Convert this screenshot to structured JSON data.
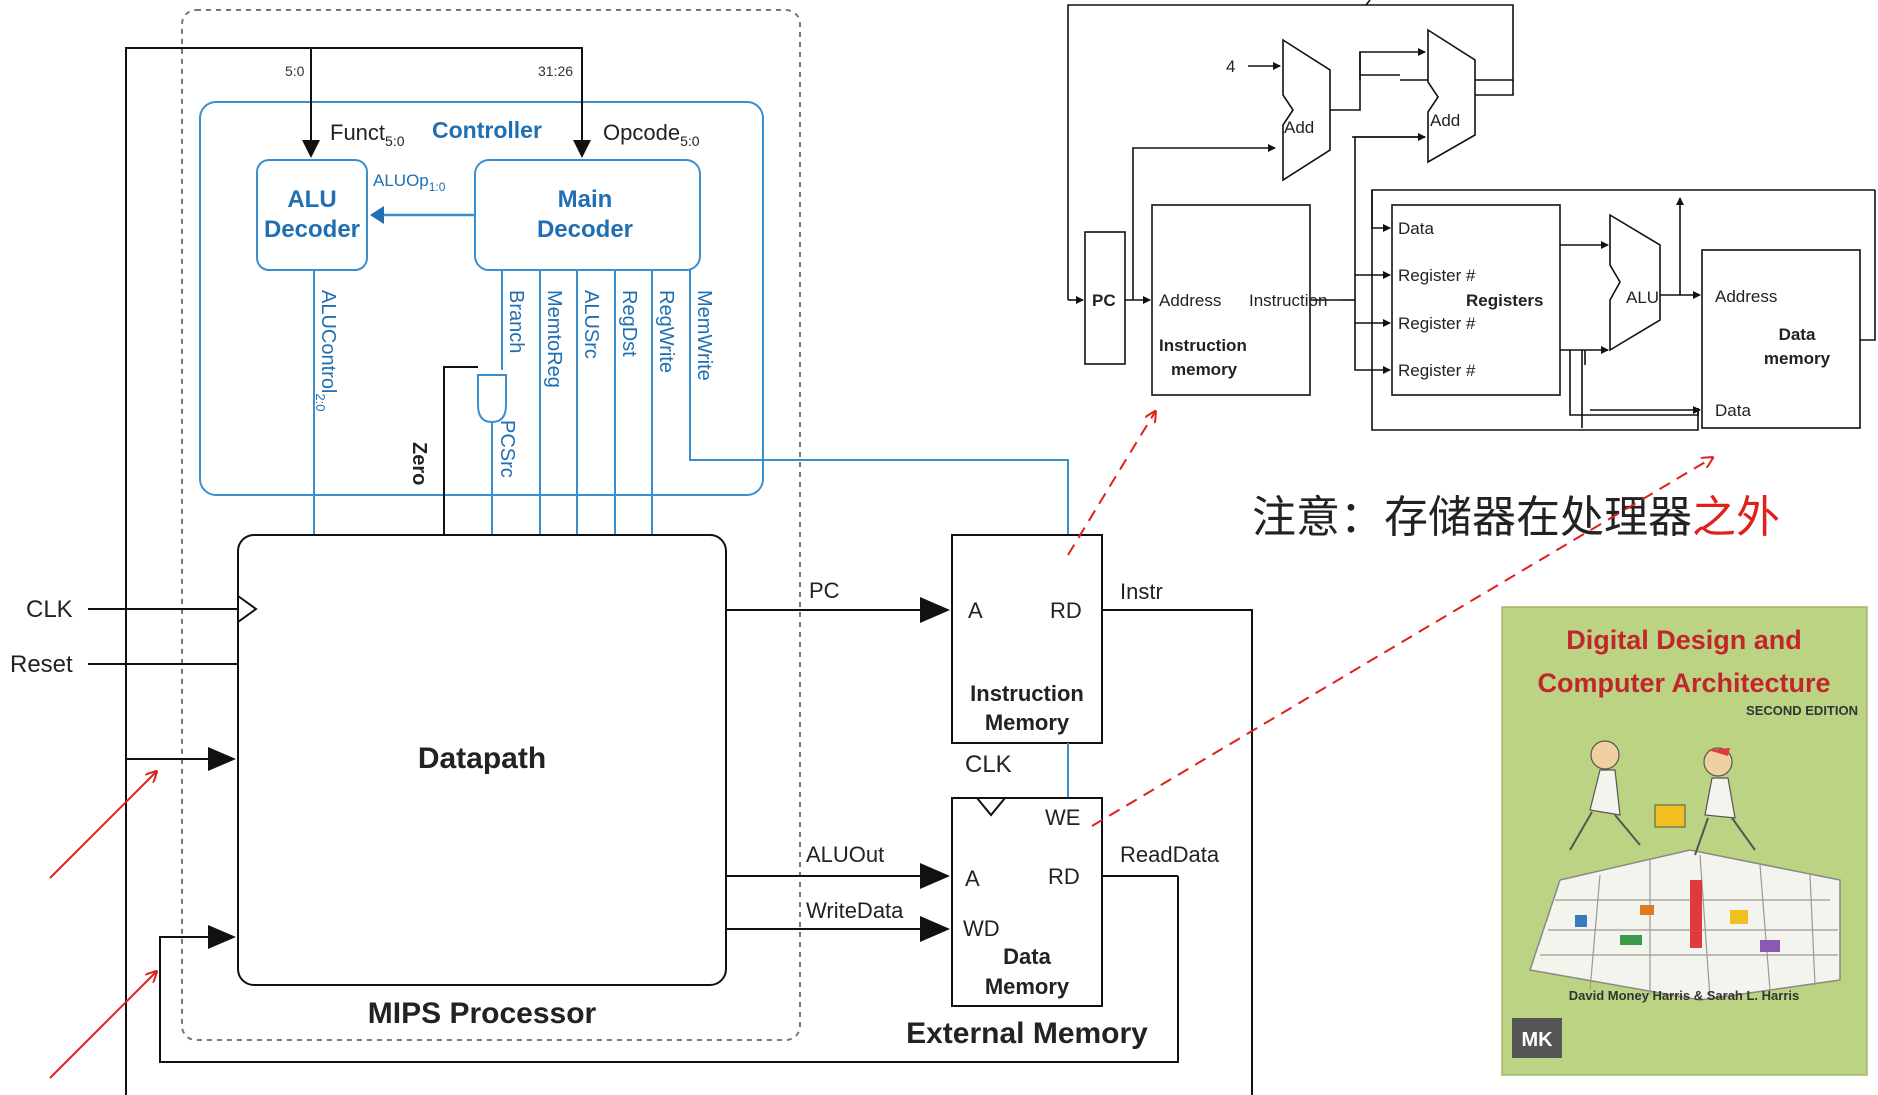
{
  "mips": {
    "processor_label": "MIPS Processor",
    "controller_label": "Controller",
    "funct_label": "Funct",
    "funct_sub": "5:0",
    "opcode_label": "Opcode",
    "opcode_sub": "5:0",
    "bits_funct": "5:0",
    "bits_opcode": "31:26",
    "alu_decoder_line1": "ALU",
    "alu_decoder_line2": "Decoder",
    "main_decoder_line1": "Main",
    "main_decoder_line2": "Decoder",
    "aluop_label": "ALUOp",
    "aluop_sub": "1:0",
    "alucontrol_label": "ALUControl",
    "alucontrol_sub": "2:0",
    "signals": [
      "Branch",
      "MemtoReg",
      "ALUSrc",
      "RegDst",
      "RegWrite",
      "MemWrite"
    ],
    "pcsrc_label": "PCSrc",
    "zero_label": "Zero",
    "datapath_label": "Datapath",
    "clk_label": "CLK",
    "reset_label": "Reset",
    "pc_label": "PC",
    "instr_label": "Instr",
    "aluout_label": "ALUOut",
    "writedata_label": "WriteData",
    "readdata_label": "ReadData"
  },
  "external_memory": {
    "label": "External Memory",
    "imem_a": "A",
    "imem_rd": "RD",
    "imem_line1": "Instruction",
    "imem_line2": "Memory",
    "clk_label": "CLK",
    "dmem_we": "WE",
    "dmem_a": "A",
    "dmem_rd": "RD",
    "dmem_wd": "WD",
    "dmem_line1": "Data",
    "dmem_line2": "Memory"
  },
  "simple_datapath": {
    "const_four": "4",
    "add1": "Add",
    "add2": "Add",
    "pc": "PC",
    "imem_address": "Address",
    "imem_instruction": "Instruction",
    "imem_line1": "Instruction",
    "imem_line2": "memory",
    "reg_data": "Data",
    "reg_num1": "Register #",
    "reg_num2": "Register #",
    "reg_num3": "Register #",
    "registers": "Registers",
    "alu": "ALU",
    "dmem_address": "Address",
    "dmem_line1": "Data",
    "dmem_line2": "memory",
    "dmem_data": "Data"
  },
  "note": {
    "black_part": "注意：存储器在处理器",
    "red_part": "之外"
  },
  "book": {
    "title_line1": "Digital Design and",
    "title_line2": "Computer Architecture",
    "edition": "SECOND EDITION",
    "authors": "David Money Harris & Sarah L. Harris",
    "publisher_logo": "MK"
  },
  "colors": {
    "control_blue": "#3a8fd0",
    "annotation_red": "#e0201b",
    "book_green": "#b9d27e",
    "book_title": "#c0272d"
  }
}
